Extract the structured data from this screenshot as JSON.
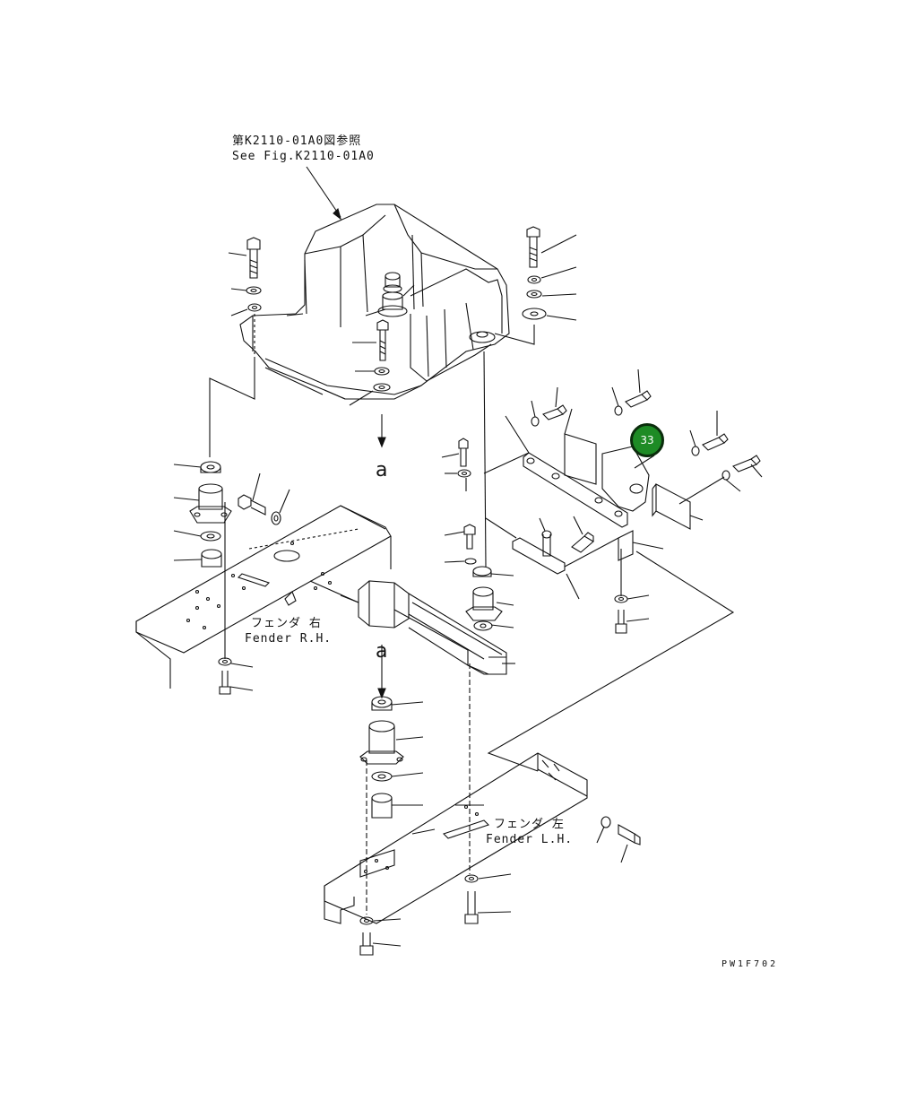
{
  "references": {
    "line1": "第K2110-01A0図参照",
    "line2": "See Fig.K2110-01A0"
  },
  "view_markers": {
    "a_top": "a",
    "a_bottom": "a"
  },
  "fender_rh": {
    "jp": "フェンダ 右",
    "en": "Fender R.H."
  },
  "fender_lh": {
    "jp": "フェンダ 左",
    "en": "Fender L.H."
  },
  "callout": {
    "number": "33",
    "color": "#1e8b25"
  },
  "figure_code": "PW1F702"
}
